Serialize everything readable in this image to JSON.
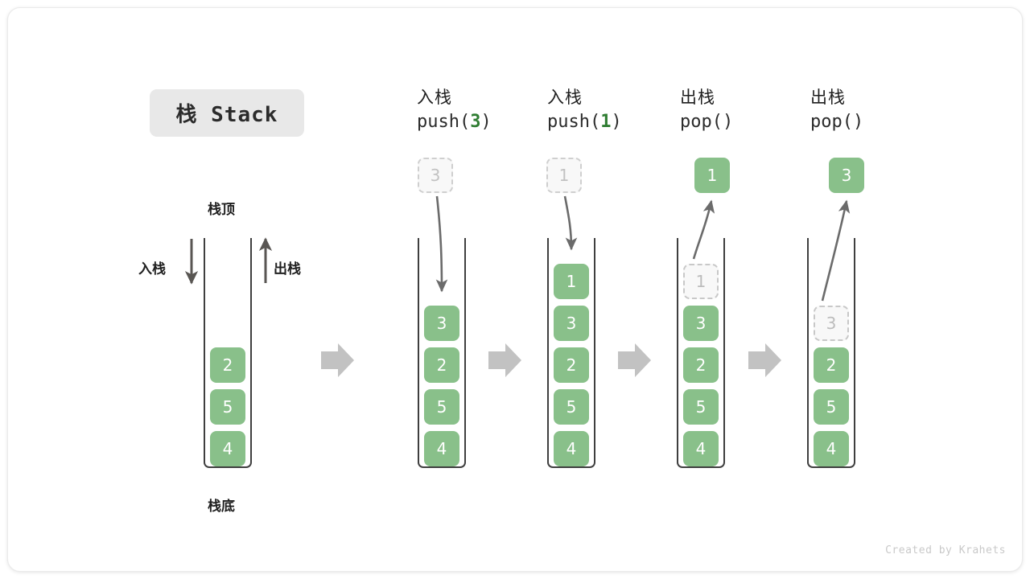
{
  "figure": {
    "title": "栈 Stack",
    "footer": "Created by Krahets",
    "colors": {
      "element_green": "#89c08a",
      "ghost_gray": "#c8c8c8",
      "arrow_gray": "#6b6b6b",
      "step_arrow_gray": "#c2c2c2",
      "title_chip_bg": "#e8e8e8",
      "code_number_green": "#2f7d32"
    }
  },
  "legend": {
    "top_label": "栈顶",
    "bottom_label": "栈底",
    "push_label": "入栈",
    "pop_label": "出栈"
  },
  "steps": [
    {
      "id": "initial",
      "op_cn": "",
      "op_code": "",
      "stack": [
        "2",
        "5",
        "4"
      ],
      "ghost_top": null,
      "floating": null
    },
    {
      "id": "push-3",
      "op_cn": "入栈",
      "op_code_prefix": "push(",
      "op_code_num": "3",
      "op_code_suffix": ")",
      "stack": [
        "3",
        "2",
        "5",
        "4"
      ],
      "floating": {
        "value": "3",
        "style": "ghost"
      }
    },
    {
      "id": "push-1",
      "op_cn": "入栈",
      "op_code_prefix": "push(",
      "op_code_num": "1",
      "op_code_suffix": ")",
      "stack": [
        "1",
        "3",
        "2",
        "5",
        "4"
      ],
      "floating": {
        "value": "1",
        "style": "ghost"
      }
    },
    {
      "id": "pop-1",
      "op_cn": "出栈",
      "op_code_prefix": "pop(",
      "op_code_num": "",
      "op_code_suffix": ")",
      "stack": [
        "3",
        "2",
        "5",
        "4"
      ],
      "ghost_top": "1",
      "floating": {
        "value": "1",
        "style": "filled"
      }
    },
    {
      "id": "pop-3",
      "op_cn": "出栈",
      "op_code_prefix": "pop(",
      "op_code_num": "",
      "op_code_suffix": ")",
      "stack": [
        "2",
        "5",
        "4"
      ],
      "ghost_top": "3",
      "floating": {
        "value": "3",
        "style": "filled"
      }
    }
  ],
  "cells": {
    "s1": [
      "2",
      "5",
      "4"
    ],
    "s2": [
      "3",
      "2",
      "5",
      "4"
    ],
    "s3": [
      "1",
      "3",
      "2",
      "5",
      "4"
    ],
    "s4_ghost": "1",
    "s4": [
      "3",
      "2",
      "5",
      "4"
    ],
    "s5_ghost": "3",
    "s5": [
      "2",
      "5",
      "4"
    ],
    "float2": "3",
    "float3": "1",
    "float4": "1",
    "float5": "3"
  },
  "ops": {
    "op2_cn": "入栈",
    "op2_pre": "push(",
    "op2_num": "3",
    "op2_post": ")",
    "op3_cn": "入栈",
    "op3_pre": "push(",
    "op3_num": "1",
    "op3_post": ")",
    "op4_cn": "出栈",
    "op4_pre": "pop(",
    "op4_num": "",
    "op4_post": ")",
    "op5_cn": "出栈",
    "op5_pre": "pop(",
    "op5_num": "",
    "op5_post": ")"
  }
}
